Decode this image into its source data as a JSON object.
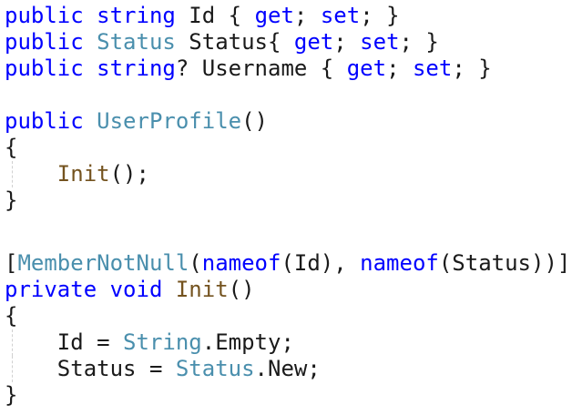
{
  "code_lines": [
    {
      "guide": false,
      "tokens": [
        {
          "t": "public",
          "k": "kw"
        },
        {
          "t": " ",
          "k": "plain"
        },
        {
          "t": "string",
          "k": "kw"
        },
        {
          "t": " Id { ",
          "k": "plain"
        },
        {
          "t": "get",
          "k": "kw"
        },
        {
          "t": "; ",
          "k": "plain"
        },
        {
          "t": "set",
          "k": "kw"
        },
        {
          "t": "; }",
          "k": "plain"
        }
      ]
    },
    {
      "guide": false,
      "tokens": [
        {
          "t": "public",
          "k": "kw"
        },
        {
          "t": " ",
          "k": "plain"
        },
        {
          "t": "Status",
          "k": "type"
        },
        {
          "t": " Status{ ",
          "k": "plain"
        },
        {
          "t": "get",
          "k": "kw"
        },
        {
          "t": "; ",
          "k": "plain"
        },
        {
          "t": "set",
          "k": "kw"
        },
        {
          "t": "; }",
          "k": "plain"
        }
      ]
    },
    {
      "guide": false,
      "tokens": [
        {
          "t": "public",
          "k": "kw"
        },
        {
          "t": " ",
          "k": "plain"
        },
        {
          "t": "string",
          "k": "kw"
        },
        {
          "t": "? Username { ",
          "k": "plain"
        },
        {
          "t": "get",
          "k": "kw"
        },
        {
          "t": "; ",
          "k": "plain"
        },
        {
          "t": "set",
          "k": "kw"
        },
        {
          "t": "; }",
          "k": "plain"
        }
      ]
    },
    {
      "guide": false,
      "tokens": []
    },
    {
      "guide": false,
      "tokens": [
        {
          "t": "public",
          "k": "kw"
        },
        {
          "t": " ",
          "k": "plain"
        },
        {
          "t": "UserProfile",
          "k": "type"
        },
        {
          "t": "()",
          "k": "plain"
        }
      ]
    },
    {
      "guide": false,
      "tokens": [
        {
          "t": "{",
          "k": "plain"
        }
      ]
    },
    {
      "guide": true,
      "tokens": [
        {
          "t": "    ",
          "k": "plain"
        },
        {
          "t": "Init",
          "k": "method"
        },
        {
          "t": "();",
          "k": "plain"
        }
      ]
    },
    {
      "guide": false,
      "tokens": [
        {
          "t": "}",
          "k": "plain"
        }
      ]
    },
    {
      "guide": false,
      "tall": true,
      "tokens": []
    },
    {
      "guide": false,
      "tokens": [
        {
          "t": "[",
          "k": "plain"
        },
        {
          "t": "MemberNotNull",
          "k": "type"
        },
        {
          "t": "(",
          "k": "plain"
        },
        {
          "t": "nameof",
          "k": "kw"
        },
        {
          "t": "(Id), ",
          "k": "plain"
        },
        {
          "t": "nameof",
          "k": "kw"
        },
        {
          "t": "(Status))]",
          "k": "plain"
        }
      ]
    },
    {
      "guide": false,
      "tokens": [
        {
          "t": "private",
          "k": "kw"
        },
        {
          "t": " ",
          "k": "plain"
        },
        {
          "t": "void",
          "k": "kw"
        },
        {
          "t": " ",
          "k": "plain"
        },
        {
          "t": "Init",
          "k": "method"
        },
        {
          "t": "()",
          "k": "plain"
        }
      ]
    },
    {
      "guide": false,
      "tokens": [
        {
          "t": "{",
          "k": "plain"
        }
      ]
    },
    {
      "guide": true,
      "tokens": [
        {
          "t": "    Id = ",
          "k": "plain"
        },
        {
          "t": "String",
          "k": "type"
        },
        {
          "t": ".Empty;",
          "k": "plain"
        }
      ]
    },
    {
      "guide": true,
      "tokens": [
        {
          "t": "    Status = ",
          "k": "plain"
        },
        {
          "t": "Status",
          "k": "type"
        },
        {
          "t": ".New;",
          "k": "plain"
        }
      ]
    },
    {
      "guide": false,
      "tokens": [
        {
          "t": "}",
          "k": "plain"
        }
      ]
    }
  ],
  "colors": {
    "keyword": "#0000ff",
    "type": "#4a8fad",
    "method": "#74531f",
    "text": "#1a1a1a"
  }
}
